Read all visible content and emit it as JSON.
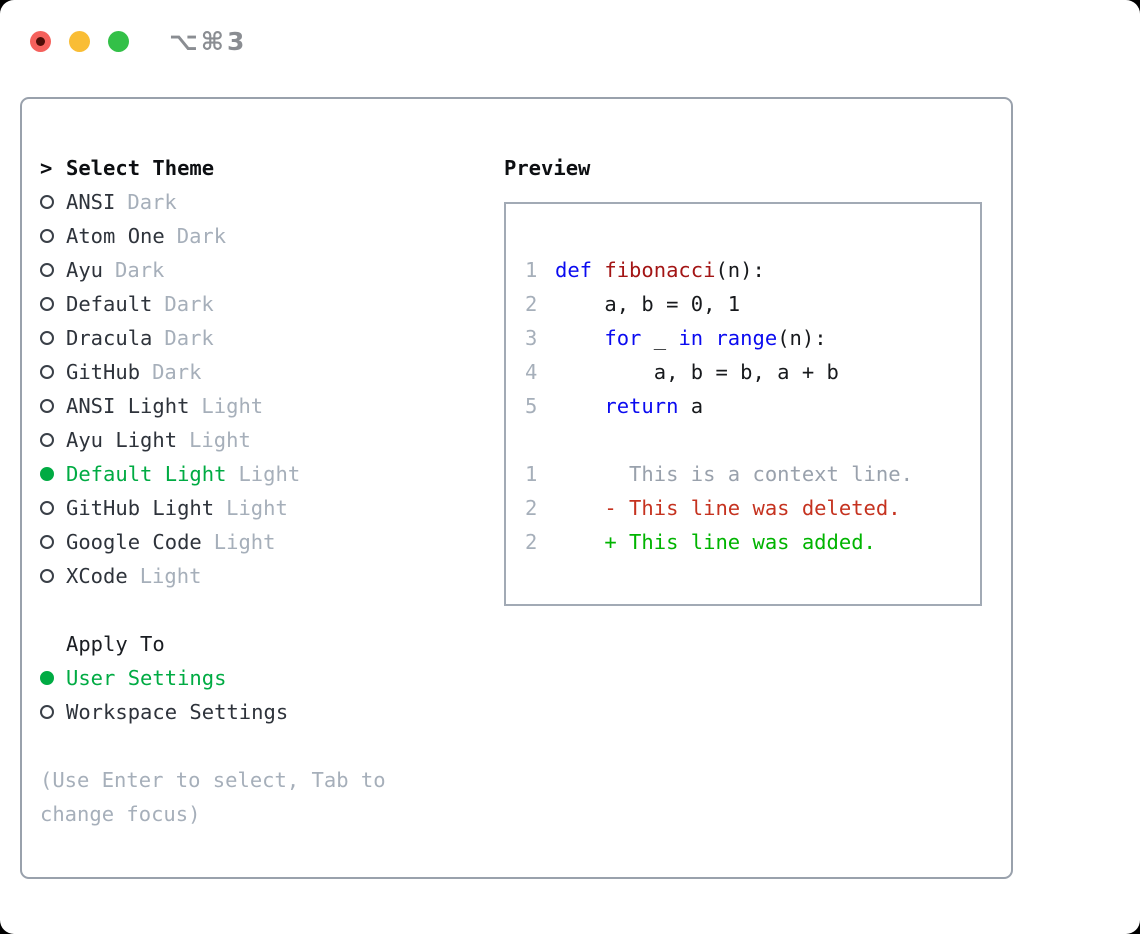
{
  "window": {
    "title": "⌥⌘3",
    "traffic_lights": [
      "close",
      "minimize",
      "zoom"
    ]
  },
  "colors": {
    "accent_green": "#00ab43",
    "diff_add_green": "#00b400",
    "diff_del_red": "#c5321f",
    "keyword_blue": "#0b0bf0",
    "function_red": "#a31515",
    "muted_gray": "#a6afba",
    "border_gray": "#99a1ac"
  },
  "theme_panel": {
    "header_prefix": ">",
    "header": "Select Theme",
    "themes": [
      {
        "name": "ANSI",
        "variant": "Dark",
        "selected": false
      },
      {
        "name": "Atom One",
        "variant": "Dark",
        "selected": false
      },
      {
        "name": "Ayu",
        "variant": "Dark",
        "selected": false
      },
      {
        "name": "Default",
        "variant": "Dark",
        "selected": false
      },
      {
        "name": "Dracula",
        "variant": "Dark",
        "selected": false
      },
      {
        "name": "GitHub",
        "variant": "Dark",
        "selected": false
      },
      {
        "name": "ANSI Light",
        "variant": "Light",
        "selected": false
      },
      {
        "name": "Ayu Light",
        "variant": "Light",
        "selected": false
      },
      {
        "name": "Default Light",
        "variant": "Light",
        "selected": true
      },
      {
        "name": "GitHub Light",
        "variant": "Light",
        "selected": false
      },
      {
        "name": "Google Code",
        "variant": "Light",
        "selected": false
      },
      {
        "name": "XCode",
        "variant": "Light",
        "selected": false
      }
    ],
    "apply_to": {
      "label": "Apply To",
      "options": [
        {
          "label": "User Settings",
          "selected": true
        },
        {
          "label": "Workspace Settings",
          "selected": false
        }
      ]
    },
    "hint": "(Use Enter to select, Tab to change focus)"
  },
  "preview": {
    "label": "Preview",
    "lines": [
      {
        "num": "1",
        "tokens": [
          {
            "t": "def",
            "c": "kw"
          },
          {
            "t": " ",
            "c": "pl"
          },
          {
            "t": "fibonacci",
            "c": "fn"
          },
          {
            "t": "(n):",
            "c": "pl"
          }
        ]
      },
      {
        "num": "2",
        "tokens": [
          {
            "t": "    a, b = 0, 1",
            "c": "pl"
          }
        ]
      },
      {
        "num": "3",
        "tokens": [
          {
            "t": "    ",
            "c": "pl"
          },
          {
            "t": "for",
            "c": "kw"
          },
          {
            "t": " _ ",
            "c": "pl"
          },
          {
            "t": "in",
            "c": "kw"
          },
          {
            "t": " ",
            "c": "pl"
          },
          {
            "t": "range",
            "c": "kw"
          },
          {
            "t": "(n):",
            "c": "pl"
          }
        ]
      },
      {
        "num": "4",
        "tokens": [
          {
            "t": "        a, b = b, a + b",
            "c": "pl"
          }
        ]
      },
      {
        "num": "5",
        "tokens": [
          {
            "t": "    ",
            "c": "pl"
          },
          {
            "t": "return",
            "c": "kw"
          },
          {
            "t": " a",
            "c": "pl"
          }
        ]
      },
      {
        "num": "",
        "tokens": [
          {
            "t": "",
            "c": "pl"
          }
        ]
      },
      {
        "num": "1",
        "tokens": [
          {
            "t": "      This is a context line.",
            "c": "ctx"
          }
        ]
      },
      {
        "num": "2",
        "tokens": [
          {
            "t": "    - This line was deleted.",
            "c": "del"
          }
        ]
      },
      {
        "num": "2",
        "tokens": [
          {
            "t": "    + This line was added.",
            "c": "add"
          }
        ]
      }
    ]
  }
}
